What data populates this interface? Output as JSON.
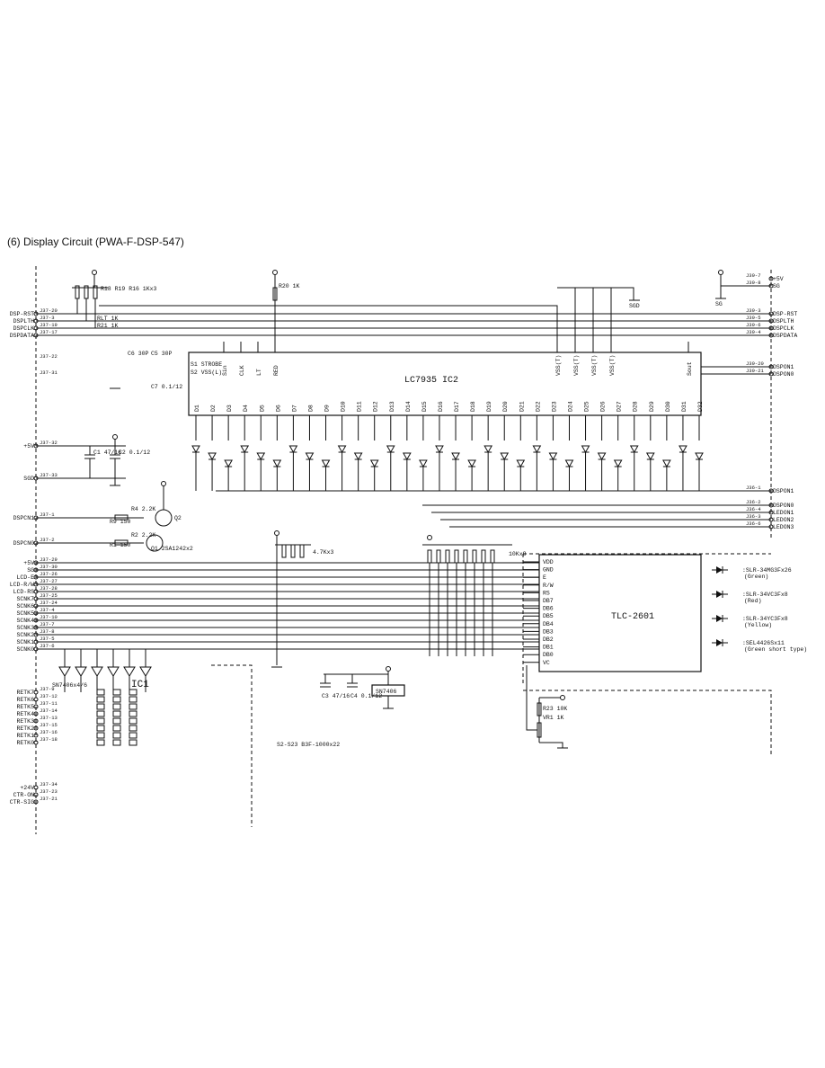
{
  "title": "(6) Display Circuit (PWA-F-DSP-547)",
  "ic2": {
    "name": "LC7935 IC2",
    "left_pins": [
      "S1 STROBE",
      "S2 VSS(L)"
    ],
    "top_pins": [
      "Sin",
      "CLK",
      "LT",
      "RED",
      "VSS(T)",
      "VSS(T)",
      "VSS(T)",
      "VSS(T)",
      "Sout"
    ],
    "bottom_pins": [
      "D1",
      "D2",
      "D3",
      "D4",
      "D5",
      "D6",
      "D7",
      "D8",
      "D9",
      "D10",
      "D11",
      "D12",
      "D13",
      "D14",
      "D15",
      "D16",
      "D17",
      "D18",
      "D19",
      "D20",
      "D21",
      "D22",
      "D23",
      "D24",
      "D25",
      "D26",
      "D27",
      "D28",
      "D29",
      "D30",
      "D31",
      "D32"
    ]
  },
  "lcd": {
    "name": "TLC-2601",
    "pins": [
      "VDD",
      "GND",
      "E",
      "R/W",
      "RS",
      "DB7",
      "DB6",
      "DB5",
      "DB4",
      "DB3",
      "DB2",
      "DB1",
      "DB0",
      "VC"
    ]
  },
  "left_signals": [
    "DSP-RST",
    "DSPLTH",
    "DSPCLK",
    "DSPDATA",
    "+5V",
    "SGD",
    "DSPCN1",
    "DSPCN0",
    "+5V",
    "SG",
    "LCD-E",
    "LCD-R/W",
    "LCD-RS",
    "SCNK7",
    "SCNK6",
    "SCNK5",
    "SCNK4",
    "SCNK3",
    "SCNK2",
    "SCNK1",
    "SCNK0",
    "RETK7",
    "RETK6",
    "RETK5",
    "RETK4",
    "RETK3",
    "RETK2",
    "RETK1",
    "RETK0",
    "+24V",
    "CTR-ON",
    "CTR-SIG"
  ],
  "left_jacks": [
    "J37-20",
    "J37-3",
    "J37-19",
    "J37-17",
    "J37-22",
    "J37-31",
    "J37-32",
    "J37-33",
    "J37-1",
    "J37-2",
    "J37-29",
    "J37-30",
    "J37-26",
    "J37-27",
    "J37-28",
    "J37-25",
    "J37-24",
    "J37-4",
    "J37-10",
    "J37-7",
    "J37-8",
    "J37-5",
    "J37-6",
    "J37-9",
    "J37-12",
    "J37-11",
    "J37-14",
    "J37-13",
    "J37-15",
    "J37-16",
    "J37-18",
    "J37-34",
    "J37-23",
    "J37-21"
  ],
  "right_signals": [
    "+5V",
    "SG",
    "DSP-RST",
    "DSPLTH",
    "DSPCLK",
    "DSPDATA",
    "DSPON1",
    "DSPON0",
    "DSPON1",
    "DSPON0",
    "LEDON1",
    "LEDON2",
    "LEDON3"
  ],
  "right_jacks": [
    "J39-7",
    "J39-8",
    "J39-3",
    "J39-5",
    "J39-6",
    "J39-4",
    "J39-20",
    "J39-21",
    "J36-1",
    "J36-2",
    "J36-4",
    "J36-3",
    "J36-6"
  ],
  "legend": [
    {
      "part": "SLR-34MG3Fx26",
      "color": "(Green)"
    },
    {
      "part": "SLR-34VC3Fx8",
      "color": "(Red)"
    },
    {
      "part": "SLR-34YC3Fx8",
      "color": "(Yellow)"
    },
    {
      "part": "SEL4426Sx11",
      "color": "(Green short type)"
    }
  ],
  "components": {
    "resistors_top": "R18 R19 R16 1Kx3",
    "r20": "R20 1K",
    "rlt": "RLT 1K",
    "r21": "R21 1K",
    "c6": "C6 30P",
    "c5": "C5 30P",
    "c7": "C7 0.1/12",
    "c1": "C1 47/16",
    "c2": "C2 0.1/12",
    "r4": "R4 2.2K",
    "r9": "R9 150",
    "r2": "R2 2.2K",
    "r1": "R1 150",
    "q1": "Q1 2SA1242x2",
    "q2": "Q2",
    "r_array1": "4.7Kx3",
    "r_array2": "10Kx8",
    "c3": "C3 47/16",
    "c4": "C4 0.1/12",
    "sn": "SN7406",
    "sn_note": "SN7406x4/6",
    "ic1": "IC1",
    "switches": "S2-S23 B3F-1000x22",
    "vr1": "VR1 1K",
    "r23": "R23 10K",
    "sgd": "SGD",
    "sg": "SG"
  }
}
